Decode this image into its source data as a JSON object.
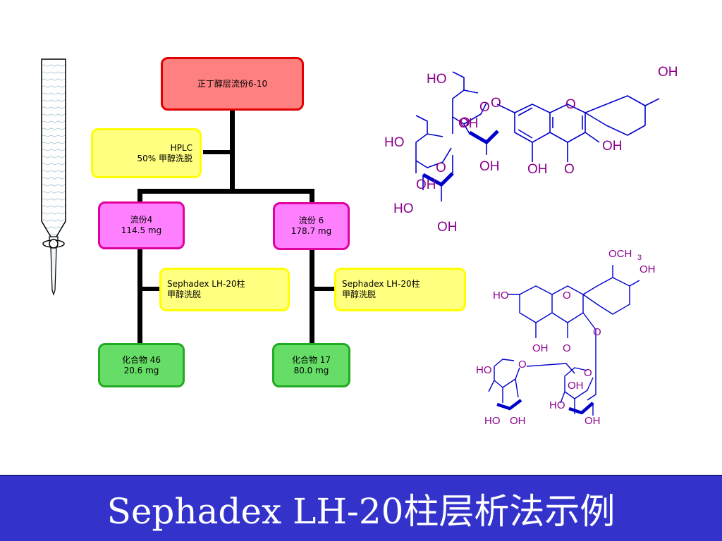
{
  "title": "Sephadex LH-20柱层析法示例",
  "flow": {
    "start": "正丁醇层流份6-10",
    "hplc": [
      "HPLC",
      "50% 甲醇洗脱"
    ],
    "fraction_left": [
      "流份4",
      "114.5 mg"
    ],
    "fraction_right": [
      "流份 6",
      "178.7 mg"
    ],
    "elution_left": [
      "Sephadex LH-20柱",
      "甲醇洗脱"
    ],
    "elution_right": [
      "Sephadex LH-20柱",
      "甲醇洗脱"
    ],
    "compound_left": [
      "化合物 46",
      "20.6 mg"
    ],
    "compound_right": [
      "化合物 17",
      "80.0 mg"
    ]
  },
  "structure1": {
    "labels": [
      "HO",
      "O",
      "O",
      "O",
      "OH",
      "HO",
      "O",
      "OH",
      "OH",
      "O",
      "OH",
      "OH",
      "O",
      "OH",
      "HO",
      "OH"
    ],
    "colors": {
      "text": "#8b008b",
      "bond": "#0000cc"
    }
  },
  "structure2": {
    "labels": [
      "OCH",
      "3",
      "OH",
      "HO",
      "O",
      "O",
      "OH",
      "O",
      "HO",
      "O",
      "O",
      "OH",
      "HO",
      "HO",
      "OH",
      "OH"
    ],
    "colors": {
      "text": "#8b008b",
      "bond": "#0000cc"
    }
  },
  "colors": {
    "start": "#ff8080",
    "hplc": "#ffff80",
    "fraction": "#ff80ff",
    "compound": "#66dd66",
    "title_bar": "#3333cc"
  }
}
